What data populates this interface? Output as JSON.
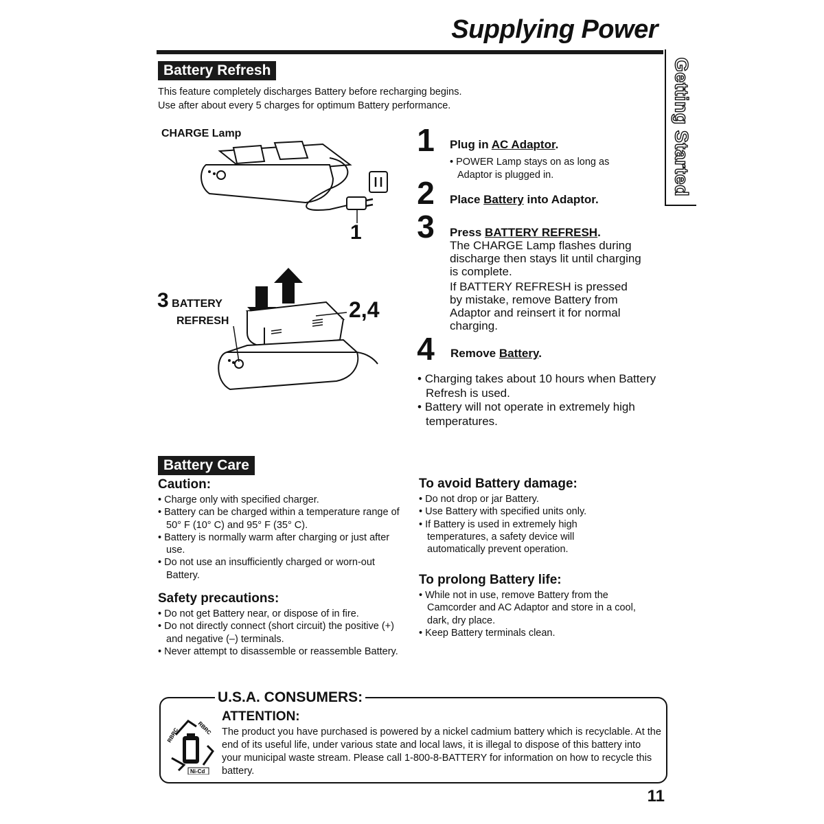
{
  "header": {
    "title": "Supplying Power",
    "side_tab": "Getting Started"
  },
  "battery_refresh": {
    "heading": "Battery Refresh",
    "intro_line1": "This feature completely discharges Battery before recharging begins.",
    "intro_line2": "Use after about every 5 charges for optimum Battery performance.",
    "figure": {
      "charge_lamp_label": "CHARGE Lamp",
      "callout_1": "1",
      "callout_3_num": "3",
      "callout_3_line1": "BATTERY",
      "callout_3_line2": "REFRESH",
      "callout_24": "2,4"
    },
    "steps": [
      {
        "num": "1",
        "title_pre": "Plug in ",
        "title_link": "AC Adaptor",
        "title_post": ".",
        "note_line1": "• POWER Lamp stays on as long as",
        "note_line2": "Adaptor is plugged in."
      },
      {
        "num": "2",
        "title_pre": "Place ",
        "title_link": "Battery",
        "title_post": " into Adaptor."
      },
      {
        "num": "3",
        "title_pre": "Press ",
        "title_link": "BATTERY REFRESH",
        "title_post": ".",
        "text_lines": [
          "The CHARGE Lamp flashes during",
          "discharge then stays lit until charging",
          "is complete."
        ],
        "text2_lines": [
          "If BATTERY REFRESH is pressed",
          "by mistake, remove Battery  from",
          "Adaptor and reinsert it for normal",
          "charging."
        ]
      },
      {
        "num": "4",
        "title_pre": "Remove ",
        "title_link": "Battery",
        "title_post": "."
      }
    ],
    "notes": [
      "Charging takes about 10 hours when Battery Refresh is used.",
      "Battery will not operate in extremely high temperatures."
    ]
  },
  "battery_care": {
    "heading": "Battery Care",
    "caution": {
      "heading": "Caution:",
      "items": [
        "Charge only with specified charger.",
        "Battery can be charged within a temperature range of 50° F (10° C) and 95° F (35° C).",
        "Battery is normally warm after charging or just after use.",
        "Do not use an insufficiently charged or worn-out Battery."
      ]
    },
    "safety": {
      "heading": "Safety precautions:",
      "items": [
        "Do not get Battery near, or dispose of in fire.",
        "Do not directly connect (short circuit) the positive (+) and negative (–) terminals.",
        "Never attempt to disassemble or reassemble Battery."
      ]
    },
    "avoid_damage": {
      "heading": "To avoid Battery damage:",
      "items": [
        "Do not drop or jar Battery.",
        "Use Battery with specified units only.",
        "If Battery is used in extremely high temperatures, a safety device will automatically prevent operation."
      ]
    },
    "prolong_life": {
      "heading": "To prolong Battery life:",
      "items": [
        "While not in use, remove Battery from the Camcorder and AC Adaptor and store  in a cool, dark, dry place.",
        "Keep Battery terminals clean."
      ]
    }
  },
  "consumers": {
    "heading": "U.S.A. CONSUMERS:",
    "attention": "ATTENTION:",
    "text": "The product you have purchased is powered by a nickel cadmium battery which is recyclable. At the end of its useful life, under various state and local laws, it is illegal to dispose of this battery into your municipal waste stream. Please call 1-800-8-BATTERY for information on how to recycle this battery.",
    "logo_text": [
      "RBRC",
      "Ni-Cd"
    ]
  },
  "page_number": "11"
}
